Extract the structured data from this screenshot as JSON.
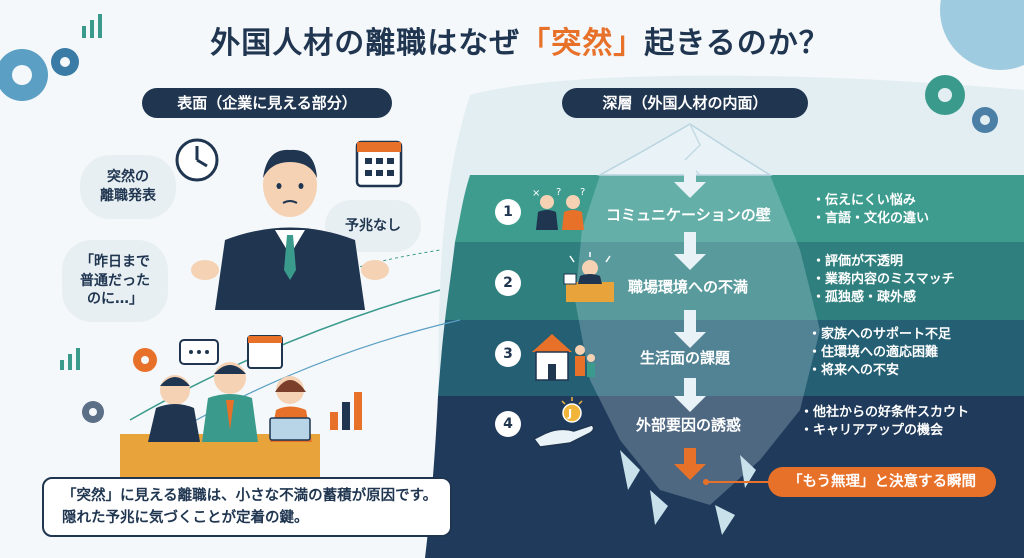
{
  "title": {
    "before": "外国人材の離職はなぜ",
    "accent": "「突然」",
    "after": "起きるのか？"
  },
  "surface": {
    "heading": "表面（企業に見える部分）",
    "bubbles": [
      {
        "lines": [
          "突然の",
          "離職発表"
        ]
      },
      {
        "lines": [
          "予兆なし"
        ]
      },
      {
        "lines": [
          "「昨日まで",
          "普通だった",
          "のに…」"
        ]
      }
    ]
  },
  "deep": {
    "heading": "深層（外国人材の内面）",
    "layers": [
      {
        "number": "1",
        "label": "コミュニケーションの壁",
        "bullets": [
          "伝えにくい悩み",
          "言語・文化の違い"
        ],
        "icon": "two-people-confused-icon"
      },
      {
        "number": "2",
        "label": "職場環境への不満",
        "bullets": [
          "評価が不透明",
          "業務内容のミスマッチ",
          "孤独感・疎外感"
        ],
        "icon": "stressed-worker-icon"
      },
      {
        "number": "3",
        "label": "生活面の課題",
        "bullets": [
          "家族へのサポート不足",
          "住環境への適応困難",
          "将来への不安"
        ],
        "icon": "house-family-icon"
      },
      {
        "number": "4",
        "label": "外部要因の誘惑",
        "bullets": [
          "他社からの好条件スカウト",
          "キャリアアップの機会"
        ],
        "icon": "hand-coin-icon"
      }
    ],
    "decision": "「もう無理」と決意する瞬間"
  },
  "conclusion": {
    "line1": "「突然」に見える離職は、小さな不満の蓄積が原因です。",
    "line2": "隠れた予兆に気づくことが定着の鍵。"
  },
  "colors": {
    "navy": "#1f3550",
    "orange": "#e8712a",
    "teal": "#3a9a8c",
    "ice": "#dfeef2"
  }
}
